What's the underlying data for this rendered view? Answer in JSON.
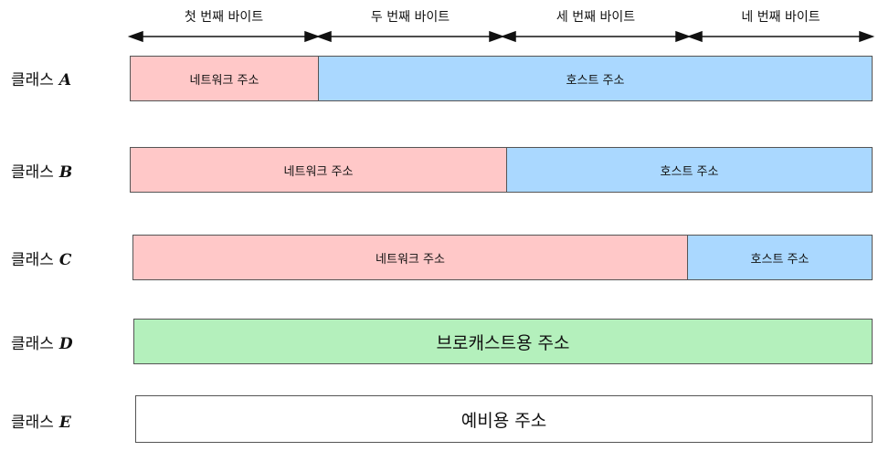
{
  "bytes": [
    "첫 번째 바이트",
    "두 번째 바이트",
    "세 번째 바이트",
    "네 번째 바이트"
  ],
  "class_prefix": "클래스",
  "classes": [
    {
      "letter": "A",
      "network": "네트워크 주소",
      "host": "호스트 주소"
    },
    {
      "letter": "B",
      "network": "네트워크 주소",
      "host": "호스트 주소"
    },
    {
      "letter": "C",
      "network": "네트워크 주소",
      "host": "호스트 주소"
    },
    {
      "letter": "D",
      "label": "브로캐스트용 주소"
    },
    {
      "letter": "E",
      "label": "예비용 주소"
    }
  ],
  "colors": {
    "network": "#ffc8c8",
    "host": "#aad8ff",
    "broadcast": "#b4f0bc",
    "reserved": "#ffffff",
    "border": "#555555"
  }
}
